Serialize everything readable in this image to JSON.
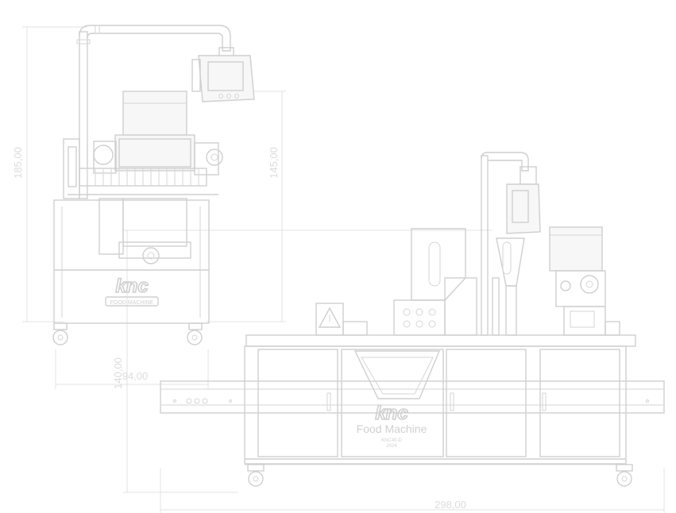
{
  "dimensions": {
    "total_height": "185,00",
    "upper_height": "145,00",
    "side_width": "94,00",
    "lower_height": "140,00",
    "total_width": "298,00"
  },
  "side_view": {
    "logo": "knc",
    "plate": "FOOD MACHINE"
  },
  "front_view": {
    "logo": "knc",
    "brand": "Food Machine",
    "model": "KNC40-D",
    "year": "2024"
  }
}
